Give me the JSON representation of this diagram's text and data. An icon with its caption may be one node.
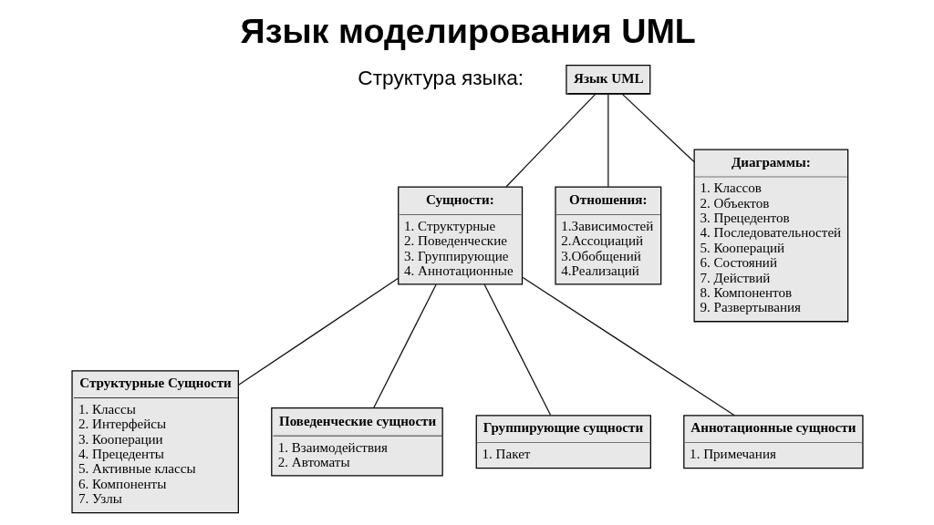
{
  "diagram": {
    "title": "Язык моделирования UML",
    "nodes": [
      {
        "text": [
          "Язык UML"
        ]
      },
      {
        "text": [
          "Сущности:",
          "1. Структурные",
          "2. Поведенческие",
          "3. Группирующие",
          "4. Аннотационные"
        ]
      },
      {
        "text": [
          "Отношения:",
          "1.Зависимостей",
          "2.Ассоциаций",
          "3.Обобщений",
          "4.Реализаций"
        ]
      },
      {
        "text": [
          "Диаграммы:",
          "1. Классов",
          "2. Объектов",
          "3. Прецедентов",
          "4. Последовательностей",
          "5. Коопераций",
          "6. Состояний",
          "7. Действий",
          "8. Компонентов",
          "9. Развертывания"
        ]
      },
      {
        "text": [
          "Структурные Сущности",
          "1. Классы",
          "2. Интерфейсы",
          "3. Кооперации",
          "4. Прецеденты",
          "5. Активные классы",
          "6. Компоненты",
          "7. Узлы"
        ]
      },
      {
        "text": [
          "Поведенческие сущности",
          "1. Взаимодействия",
          "2. Автоматы"
        ]
      },
      {
        "text": [
          "Группирующие сущности",
          "1. Пакет"
        ]
      },
      {
        "text": [
          "Аннотационные сущности",
          "1. Примечания"
        ]
      }
    ],
    "edges": [
      {
        "from": 0,
        "to": 1,
        "arrow": "none"
      },
      {
        "from": 0,
        "to": 2,
        "arrow": "none"
      },
      {
        "from": 0,
        "to": 3,
        "arrow": "none"
      },
      {
        "from": 1,
        "to": 4,
        "arrow": "none"
      },
      {
        "from": 1,
        "to": 5,
        "arrow": "none"
      },
      {
        "from": 1,
        "to": 6,
        "arrow": "none"
      },
      {
        "from": 1,
        "to": 7,
        "arrow": "none"
      }
    ],
    "labels": [
      "Структура языка:"
    ]
  }
}
